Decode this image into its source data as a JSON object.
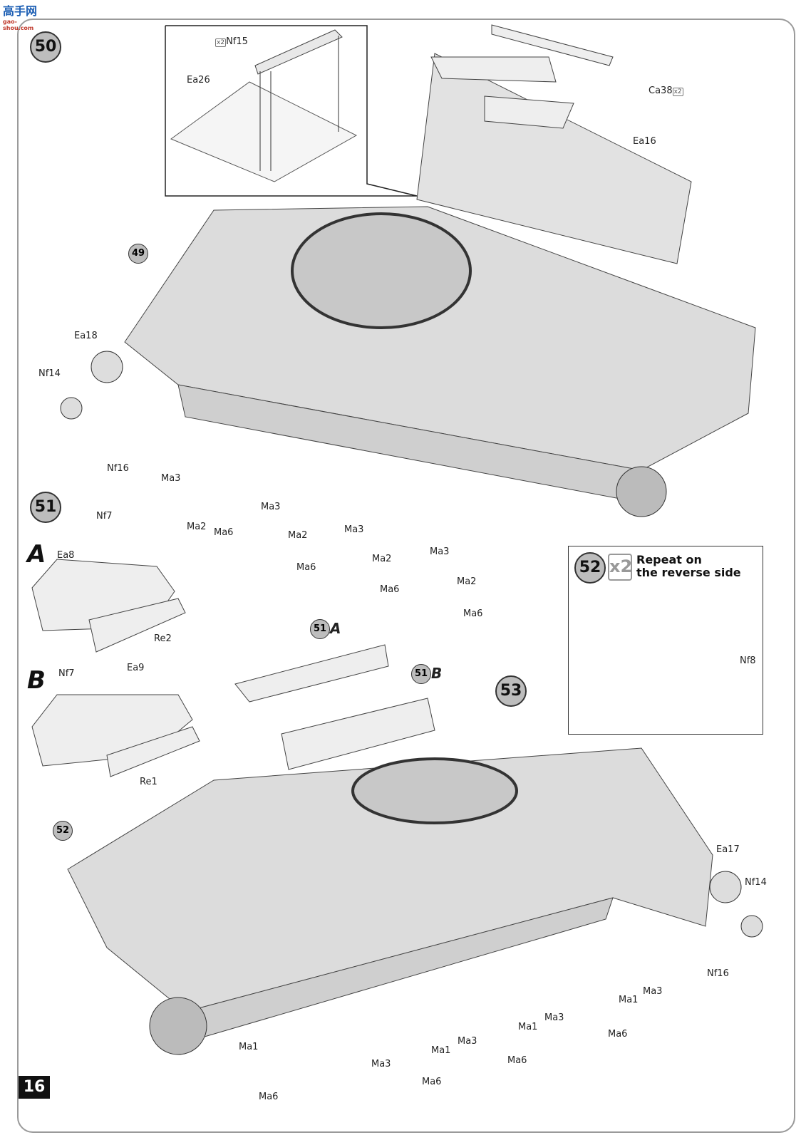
{
  "header": {
    "logo_text": "高手网",
    "logo_url_text": "gao-shou.com"
  },
  "page_number": "16",
  "steps": {
    "s50": "50",
    "s51": "51",
    "s52": "52",
    "s53": "53",
    "ref49": "49",
    "ref52": "52",
    "ref51a": "51",
    "ref51b": "51",
    "a_mark": "A",
    "b_mark": "B"
  },
  "step52_box": {
    "number": "52",
    "multiplier": "x2",
    "text_line1": "Repeat on",
    "text_line2": "the reverse side",
    "part": "Nf8"
  },
  "x2_tag": "x2",
  "labels_50": {
    "nf15": "Nf15",
    "ea26": "Ea26",
    "ca38": "Ca38",
    "ea16": "Ea16",
    "ea18": "Ea18",
    "nf14": "Nf14",
    "nf16": "Nf16",
    "parts": [
      "Ma3",
      "Ma2",
      "Ma6",
      "Ma3",
      "Ma2",
      "Ma3",
      "Ma6",
      "Ma2",
      "Ma6",
      "Ma3",
      "Ma2",
      "Ma6"
    ]
  },
  "labels_51": {
    "nf7_a": "Nf7",
    "ea8": "Ea8",
    "re2": "Re2",
    "nf7_b": "Nf7",
    "ea9": "Ea9",
    "re1": "Re1"
  },
  "labels_53": {
    "ea17": "Ea17",
    "nf14": "Nf14",
    "nf16": "Nf16",
    "parts": [
      "Ma3",
      "Ma1",
      "Ma6",
      "Ma3",
      "Ma1",
      "Ma6",
      "Ma3",
      "Ma1",
      "Ma6",
      "Ma1",
      "Ma3",
      "Ma6"
    ]
  }
}
